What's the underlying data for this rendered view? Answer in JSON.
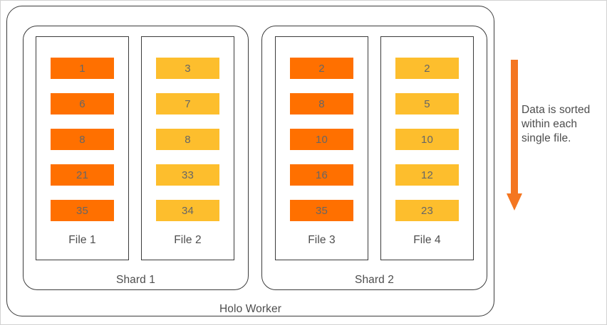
{
  "diagram": {
    "worker": {
      "label": "Holo Worker"
    },
    "shards": [
      {
        "label": "Shard 1",
        "files": [
          {
            "label": "File 1",
            "color": "#FF7000",
            "values": [
              "1",
              "6",
              "8",
              "21",
              "35"
            ]
          },
          {
            "label": "File 2",
            "color": "#FDBE2D",
            "values": [
              "3",
              "7",
              "8",
              "33",
              "34"
            ]
          }
        ]
      },
      {
        "label": "Shard 2",
        "files": [
          {
            "label": "File 3",
            "color": "#FF7000",
            "values": [
              "2",
              "8",
              "10",
              "16",
              "35"
            ]
          },
          {
            "label": "File 4",
            "color": "#FDBE2D",
            "values": [
              "2",
              "5",
              "10",
              "12",
              "23"
            ]
          }
        ]
      }
    ],
    "annotation": {
      "text": "Data is sorted within each single file.",
      "arrow_direction": "down",
      "arrow_color": "#F47621"
    },
    "colors": {
      "dark_orange": "#FF7000",
      "light_orange": "#FDBE2D",
      "stroke": "#3B3B3B",
      "text": "#4D4D4D",
      "value_text": "#666666",
      "page_border": "#D2D2D2"
    }
  }
}
